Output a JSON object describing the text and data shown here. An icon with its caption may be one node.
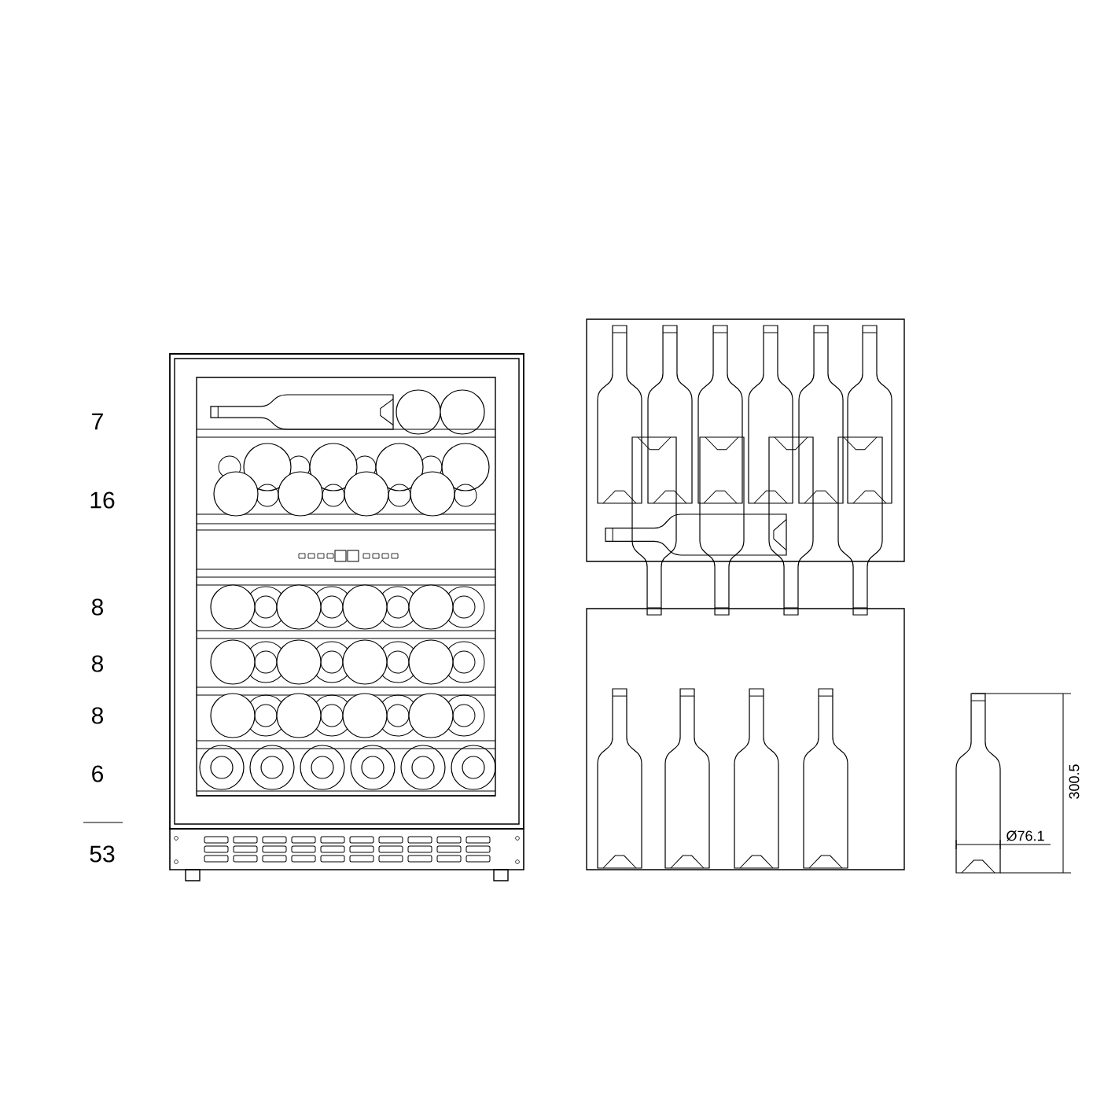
{
  "diagram": {
    "labels": [
      "7",
      "16",
      "8",
      "8",
      "8",
      "6",
      "53",
      "300.5",
      "Ø76.1"
    ]
  }
}
